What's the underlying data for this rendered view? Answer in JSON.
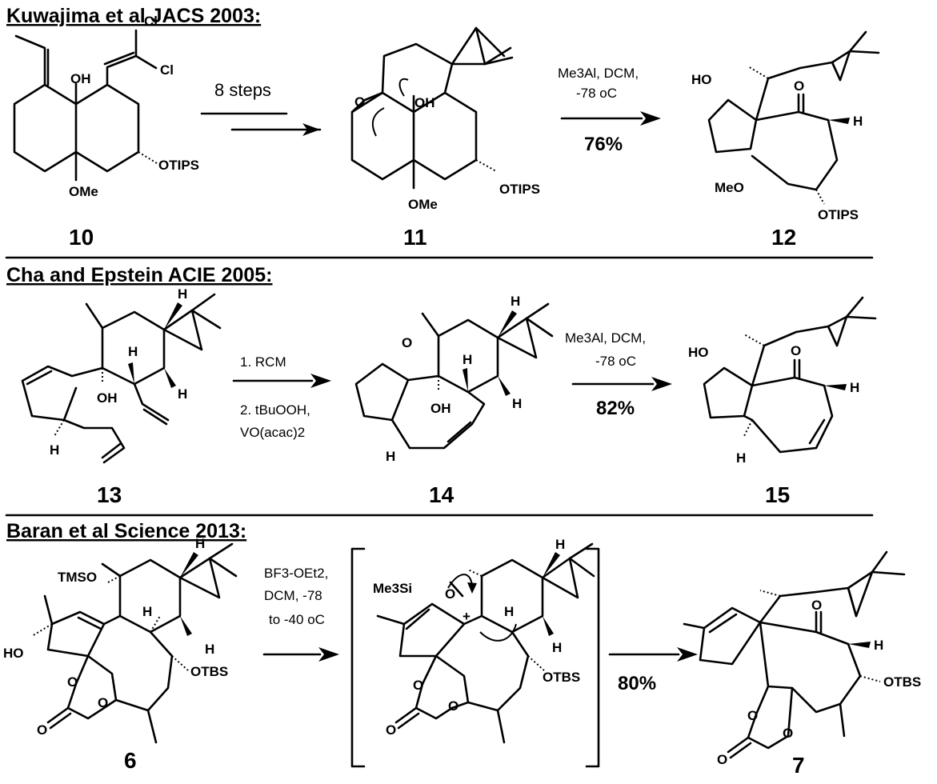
{
  "sections": [
    {
      "title": "Kuwajima et al JACS 2003:",
      "compounds": [
        "10",
        "11",
        "12"
      ],
      "steps": [
        {
          "conditions": [
            "8 steps"
          ],
          "yield": ""
        },
        {
          "conditions": [
            "Me3Al, DCM,",
            "-78 oC"
          ],
          "yield": "76%"
        }
      ],
      "atom_labels": {
        "c10": [
          "Cl",
          "Cl",
          "OH",
          "OTIPS",
          "OMe"
        ],
        "c11": [
          "O",
          "OH",
          "OTIPS",
          "OMe"
        ],
        "c12": [
          "HO",
          "O",
          "H",
          "MeO",
          "OTIPS"
        ]
      }
    },
    {
      "title": "Cha and Epstein ACIE 2005:",
      "compounds": [
        "13",
        "14",
        "15"
      ],
      "steps": [
        {
          "conditions": [
            "1. RCM",
            "2. tBuOOH,",
            "VO(acac)2"
          ],
          "yield": ""
        },
        {
          "conditions": [
            "Me3Al, DCM,",
            "-78 oC"
          ],
          "yield": "82%"
        }
      ],
      "atom_labels": {
        "c13": [
          "H",
          "H",
          "H",
          "OH",
          "H"
        ],
        "c14": [
          "O",
          "H",
          "H",
          "H",
          "OH",
          "H"
        ],
        "c15": [
          "HO",
          "O",
          "H",
          "H"
        ]
      }
    },
    {
      "title": "Baran et al Science 2013:",
      "compounds": [
        "6",
        "7"
      ],
      "steps": [
        {
          "conditions": [
            "BF3-OEt2,",
            "DCM, -78",
            "to -40 oC"
          ],
          "yield": ""
        },
        {
          "conditions": [],
          "yield": "80%"
        }
      ],
      "atom_labels": {
        "c6": [
          "H",
          "TMSO",
          "H",
          "H",
          "HO",
          "OTBS",
          "O",
          "O",
          "O"
        ],
        "int": [
          "Me3Si",
          "O",
          "H",
          "+",
          "H",
          "H",
          "OTBS",
          "O",
          "O",
          "O"
        ],
        "c7": [
          "O",
          "H",
          "OTBS",
          "O",
          "O",
          "O"
        ]
      }
    }
  ]
}
